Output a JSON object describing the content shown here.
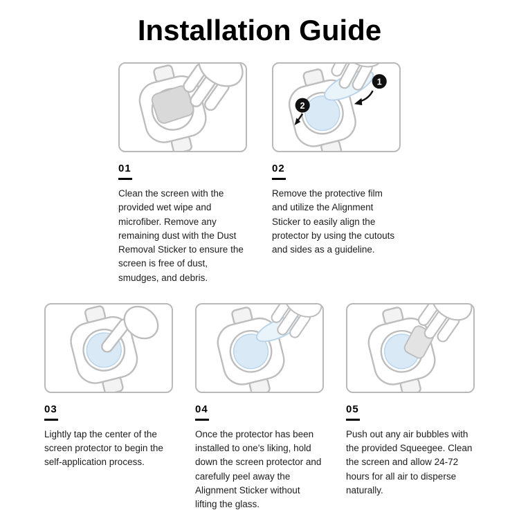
{
  "page": {
    "title": "Installation Guide"
  },
  "colors": {
    "outline_gray": "#bdbdbd",
    "panel_border": "#b9b9b9",
    "film_blue": "#d9e9f6",
    "film_blue_stroke": "#b9d4ea",
    "wipe_gray": "#d9d9d9",
    "badge_black": "#111111",
    "text_black": "#1c1c1c"
  },
  "steps": [
    {
      "number": "01",
      "text": "Clean the screen with the provided wet wipe and microfiber. Remove any remaining dust with the Dust Removal Sticker to ensure the screen is free of dust, smudges, and debris."
    },
    {
      "number": "02",
      "text": "Remove the protective film and utilize the Alignment Sticker to easily align the protector by using the cutouts and sides as a guideline.",
      "badges": [
        "1",
        "2"
      ]
    },
    {
      "number": "03",
      "text": "Lightly tap the center of the screen protector to begin the self-application process."
    },
    {
      "number": "04",
      "text": "Once the protector has been installed to one's liking, hold down the screen protector and carefully peel away the Alignment Sticker without lifting the glass."
    },
    {
      "number": "05",
      "text": "Push out any air bubbles with the provided Squeegee. Clean the screen and allow 24-72 hours for all air to disperse naturally."
    }
  ]
}
